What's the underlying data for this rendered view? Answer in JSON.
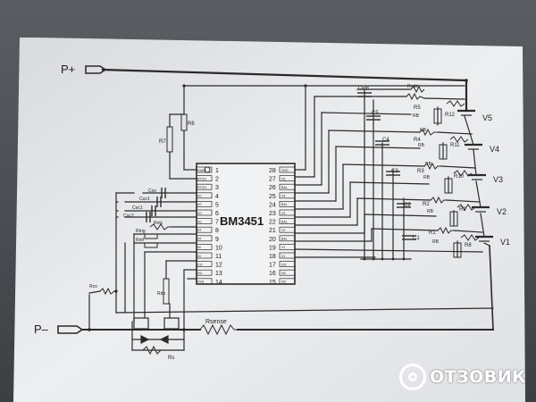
{
  "colors": {
    "background": "#4a4e53",
    "paper": "#e9eaec",
    "wire": "#2a2a2a",
    "ink": "#222222"
  },
  "icons": {
    "watermark_logo": "otzovik-logo-icon"
  },
  "terminals": {
    "positive": "P+",
    "negative": "P–"
  },
  "chip": {
    "name": "BM3451",
    "pin1_marker": "1",
    "left_pins": [
      "1",
      "2",
      "3",
      "4",
      "5",
      "6",
      "7",
      "8",
      "9",
      "10",
      "11",
      "12",
      "13",
      "14"
    ],
    "right_pins": [
      "28",
      "27",
      "26",
      "25",
      "24",
      "23",
      "22",
      "21",
      "20",
      "19",
      "18",
      "17",
      "16",
      "15"
    ],
    "left_pin_names": [
      "RADJ",
      "RTCH",
      "RTCH",
      "VC",
      "VC",
      "VC",
      "VC",
      "RT",
      "RT",
      "NI",
      "IN",
      "CO",
      "DO",
      "VSS"
    ],
    "right_pin_names": [
      "VDD",
      "V5",
      "BAL",
      "V4",
      "BAL",
      "V3",
      "BAL",
      "V2",
      "BAL",
      "V1",
      "V1",
      "DO",
      "NC",
      "NC"
    ]
  },
  "labels": {
    "cvdd": "Cvdd",
    "rvdd": "Rvdd",
    "c5": "C5",
    "c4": "C4",
    "c3": "C3",
    "c2": "C2",
    "c1": "C1",
    "r5": "R5",
    "r4": "R4",
    "r3": "R3",
    "r2": "R2",
    "r1": "R1",
    "r6": "R6",
    "r7": "R7",
    "r8": "R8",
    "r9": "R9",
    "r10": "R10",
    "r11": "R11",
    "r12": "R12",
    "rb_small": "RB",
    "rb1": "RB",
    "rb2": "RB",
    "rb3": "RB",
    "rb4": "RB",
    "rb5": "RB",
    "rb6": "RB",
    "cov": "Cov",
    "cuv1": "Cuv1",
    "coc1": "Coc1",
    "coc2": "Coc2",
    "rntc": "Rntc",
    "rtrig": "Rtrig",
    "rinf": "Rinf",
    "rco": "Rco",
    "rdo": "Rdo",
    "rs": "Rs",
    "rsense": "Rsense",
    "v1": "V1",
    "v2": "V2",
    "v3": "V3",
    "v4": "V4",
    "v5": "V5"
  },
  "watermark": {
    "text": "ОТЗОВИК"
  }
}
